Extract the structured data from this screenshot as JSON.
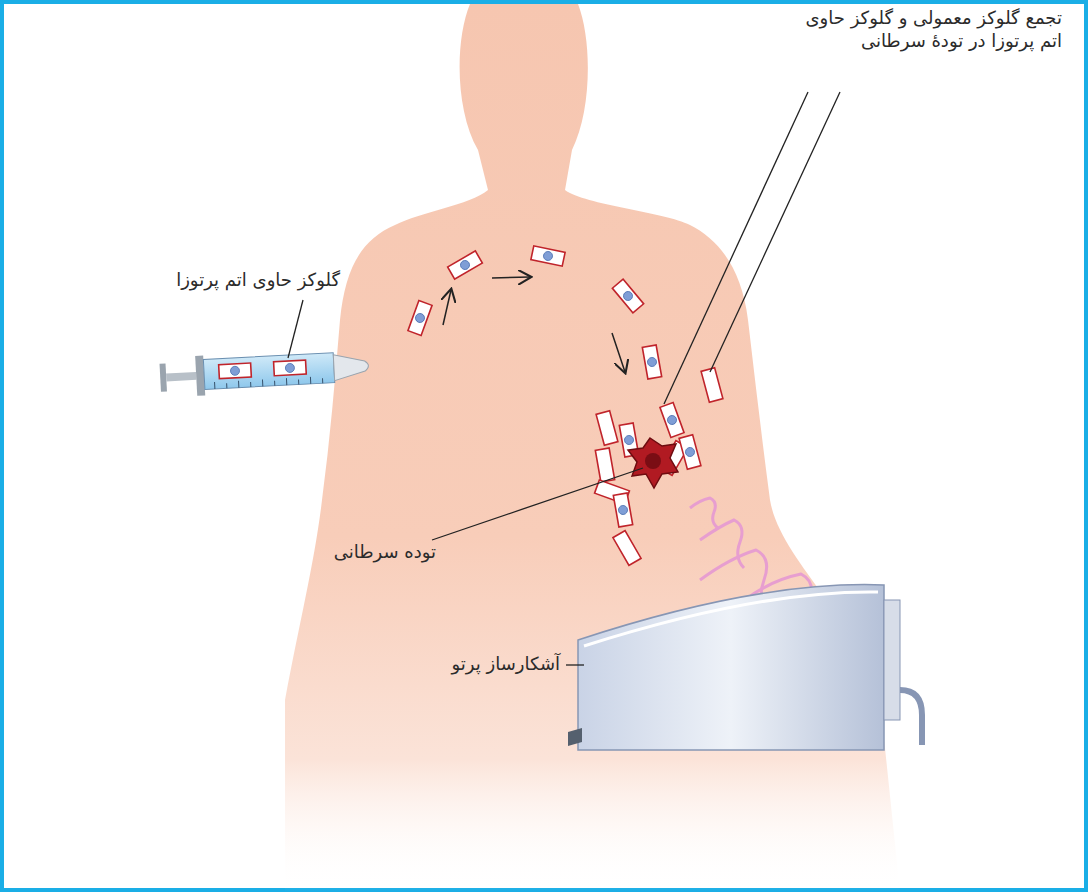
{
  "diagram": {
    "labels": [
      "گلوکز حاوی اتم پرتوزا",
      "تجمع گلوکز معمولی و گلوکز حاوی اتم پرتوزا در تودهٔ سرطانی",
      "توده سرطانی",
      "آشکارساز پرتو"
    ]
  }
}
